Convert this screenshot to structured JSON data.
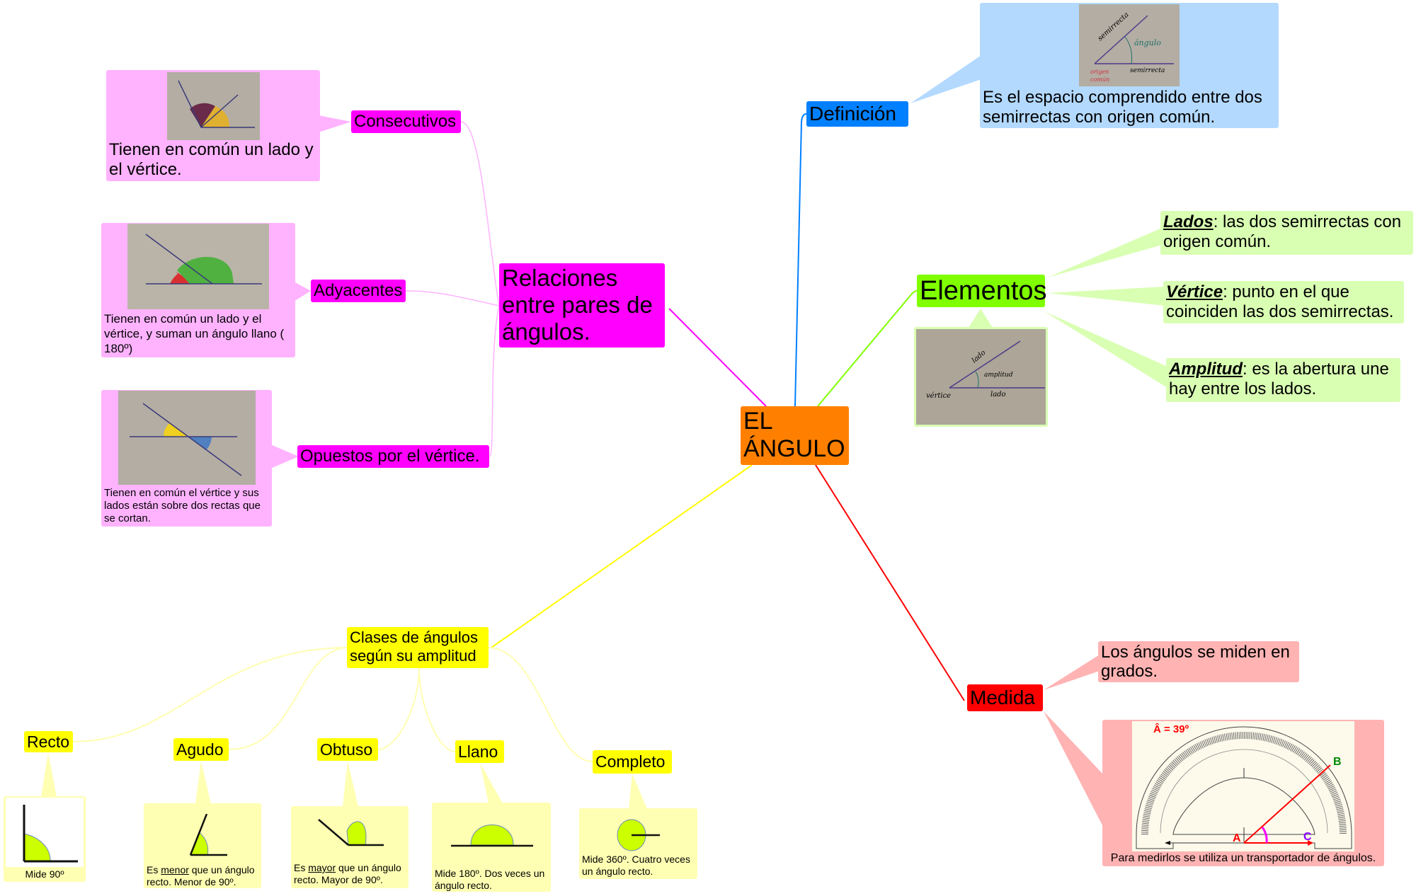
{
  "central": {
    "line1": "EL",
    "line2": "ÁNGULO"
  },
  "definicion": {
    "label": "Definición",
    "text": "Es el espacio comprendido entre dos semirrectas con origen común.",
    "image_labels": {
      "semirrecta1": "semirrecta",
      "angulo": "ángulo",
      "semirrecta2": "semirrecta",
      "origen1": "origen",
      "origen2": "común"
    }
  },
  "elementos": {
    "label": "Elementos",
    "image_labels": {
      "lado1": "lado",
      "amplitud": "amplitud",
      "vertice": "vértice",
      "lado2": "lado"
    },
    "items": [
      {
        "term": "Lados",
        "text": ": las dos semirrectas con origen común."
      },
      {
        "term": "Vértice",
        "text": ": punto en el que coinciden las dos semirrectas."
      },
      {
        "term": "Amplitud",
        "text": ": es la abertura une hay entre los lados."
      }
    ]
  },
  "relaciones": {
    "label": "Relaciones entre pares de ángulos.",
    "items": [
      {
        "label": "Consecutivos",
        "text": "Tienen en común un lado y el vértice."
      },
      {
        "label": "Adyacentes",
        "text": "Tienen en común un lado y el vértice, y suman  un ángulo llano ( 180º)"
      },
      {
        "label": "Opuestos por el vértice.",
        "text": "Tienen en común el vértice y sus lados están sobre dos rectas que se cortan."
      }
    ]
  },
  "clases": {
    "label": "Clases de ángulos según su amplitud",
    "items": [
      {
        "label": "Recto",
        "text": "Mide 90º"
      },
      {
        "label": "Agudo",
        "pre": "Es ",
        "em": "menor",
        "post": " que un ángulo recto. Menor de 90º."
      },
      {
        "label": "Obtuso",
        "pre": "Es ",
        "em": "mayor",
        "post": " que un ángulo recto. Mayor de 90º."
      },
      {
        "label": "Llano",
        "text": "Mide 180º. Dos veces un ángulo recto."
      },
      {
        "label": "Completo",
        "text": "Mide 360º. Cuatro veces un ángulo recto."
      }
    ]
  },
  "medida": {
    "label": "Medida",
    "text": "Los ángulos se miden en grados.",
    "protractor_caption": "Para medirlos se utiliza un transportador de ángulos.",
    "protractor_labels": {
      "angle": "Â = 39º",
      "a": "A",
      "b": "B",
      "c": "C"
    }
  },
  "colors": {
    "central": "#ff8000",
    "definicion": "#0080ff",
    "definicion_light": "#b3d9ff",
    "elementos": "#80ff00",
    "elementos_light": "#d9ffb3",
    "relaciones": "#ff00ff",
    "relaciones_light": "#ffb3ff",
    "clases": "#ffff00",
    "clases_light": "#ffffb3",
    "medida": "#ff0000",
    "medida_light": "#ffb3b3"
  }
}
